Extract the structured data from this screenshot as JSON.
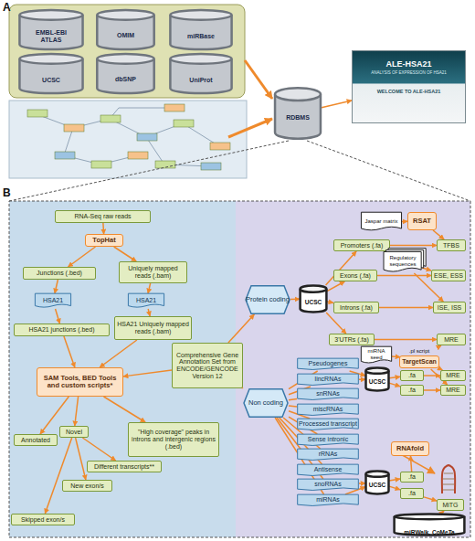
{
  "diagram": {
    "nodes": [
      {
        "text": [
          "EMBL-EBI",
          "ATLAS"
        ]
      },
      {
        "text": [
          "OMIM"
        ]
      },
      {
        "text": [
          "miRBase"
        ]
      },
      {
        "text": [
          "UCSC"
        ]
      },
      {
        "text": [
          "dbSNP"
        ]
      },
      {
        "text": [
          "UniProt"
        ]
      },
      {
        "text": [
          "RDBMS"
        ]
      },
      {
        "text": [
          "ALE-HSA21",
          "ANALYSIS OF EXPRESSION OF HSA21",
          "WELCOME TO ALE-HSA21"
        ]
      },
      {
        "text": [
          "RNA-Seq raw reads"
        ]
      },
      {
        "text": [
          "TopHat"
        ]
      },
      {
        "text": [
          "Junctions (.bed)"
        ]
      },
      {
        "text": [
          "Uniquely mapped reads (.bam)"
        ]
      },
      {
        "text": [
          "HSA21"
        ]
      },
      {
        "text": [
          "HSA21"
        ]
      },
      {
        "text": [
          "HSA21 junctions (.bed)"
        ]
      },
      {
        "text": [
          "HSA21 Uniquely mapped reads (.bam)"
        ]
      },
      {
        "text": [
          "Comprehensive Gene Annotation Set from ENCODE/GENCODE Version 12"
        ]
      },
      {
        "text": [
          "SAM Tools, BED Tools and custom scripts*"
        ]
      },
      {
        "text": [
          "Annotated"
        ]
      },
      {
        "text": [
          "Novel"
        ]
      },
      {
        "text": [
          "\"High coverage\" peaks in introns and intergenic regions (.bed)"
        ]
      },
      {
        "text": [
          "Different transcripts**"
        ]
      },
      {
        "text": [
          "New exon/s"
        ]
      },
      {
        "text": [
          "Skipped exon/s"
        ]
      },
      {
        "text": [
          "Protein coding"
        ]
      },
      {
        "text": [
          "UCSC"
        ]
      },
      {
        "text": [
          "Promoters (.fa)"
        ]
      },
      {
        "text": [
          "Exons (.fa)"
        ]
      },
      {
        "text": [
          "Introns (.fa)"
        ]
      },
      {
        "text": [
          "3'UTRs (.fa)"
        ]
      },
      {
        "text": [
          "Jaspar matrix"
        ]
      },
      {
        "text": [
          "RSAT"
        ]
      },
      {
        "text": [
          "Regulatory sequences"
        ]
      },
      {
        "text": [
          "TFBS"
        ]
      },
      {
        "text": [
          "ESE, ESS"
        ]
      },
      {
        "text": [
          "ISE, ISS"
        ]
      },
      {
        "text": [
          "MRE"
        ]
      },
      {
        "text": [
          "miRNA seed"
        ]
      },
      {
        "text": [
          ".pl script",
          "TargetScan"
        ]
      },
      {
        "text": [
          "Non coding"
        ]
      },
      {
        "text": [
          "Pseudogenes"
        ]
      },
      {
        "text": [
          "lincRNAs"
        ]
      },
      {
        "text": [
          "snRNAs"
        ]
      },
      {
        "text": [
          "miscRNAs"
        ]
      },
      {
        "text": [
          "Processed transcript"
        ]
      },
      {
        "text": [
          "Sense intronic"
        ]
      },
      {
        "text": [
          "rRNAs"
        ]
      },
      {
        "text": [
          "Antisense"
        ]
      },
      {
        "text": [
          "snoRNAs"
        ]
      },
      {
        "text": [
          "miRNAs"
        ]
      },
      {
        "text": [
          "UCSC"
        ]
      },
      {
        "text": [
          ".fa"
        ]
      },
      {
        "text": [
          ".fa"
        ]
      },
      {
        "text": [
          "MRE"
        ]
      },
      {
        "text": [
          "MRE"
        ]
      },
      {
        "text": [
          "RNAfold"
        ]
      },
      {
        "text": [
          "UCSC"
        ]
      },
      {
        "text": [
          ".fa"
        ]
      },
      {
        "text": [
          ".fa"
        ]
      },
      {
        "text": [
          "MiTG"
        ]
      },
      {
        "text": [
          "miRWalk, CoMeTa"
        ]
      }
    ],
    "edges": [
      {
        "from": 6,
        "to": 7,
        "arrow": "to"
      },
      {
        "from": 8,
        "to": 9,
        "arrow": "to"
      },
      {
        "from": 9,
        "to": 10,
        "arrow": "to"
      },
      {
        "from": 9,
        "to": 11,
        "arrow": "to"
      },
      {
        "from": 10,
        "to": 12,
        "arrow": "to"
      },
      {
        "from": 11,
        "to": 13,
        "arrow": "to"
      },
      {
        "from": 12,
        "to": 14,
        "arrow": "to"
      },
      {
        "from": 13,
        "to": 15,
        "arrow": "to"
      },
      {
        "from": 14,
        "to": 17,
        "arrow": "to"
      },
      {
        "from": 15,
        "to": 17,
        "arrow": "to"
      },
      {
        "from": 16,
        "to": 17,
        "arrow": "to"
      },
      {
        "from": 17,
        "to": 18,
        "arrow": "to"
      },
      {
        "from": 17,
        "to": 19,
        "arrow": "to"
      },
      {
        "from": 17,
        "to": 20,
        "arrow": "to"
      },
      {
        "from": 19,
        "to": 21,
        "arrow": "to"
      },
      {
        "from": 19,
        "to": 22,
        "arrow": "to"
      },
      {
        "from": 19,
        "to": 23,
        "arrow": "to"
      },
      {
        "from": 16,
        "to": 24,
        "arrow": "to"
      },
      {
        "from": 16,
        "to": 39,
        "arrow": "to"
      },
      {
        "from": 24,
        "to": 25,
        "arrow": "to"
      },
      {
        "from": 25,
        "to": 26,
        "arrow": "to"
      },
      {
        "from": 25,
        "to": 27,
        "arrow": "to"
      },
      {
        "from": 25,
        "to": 28,
        "arrow": "to"
      },
      {
        "from": 25,
        "to": 29,
        "arrow": "to"
      },
      {
        "from": 30,
        "to": 31,
        "arrow": "to"
      },
      {
        "from": 26,
        "to": 33,
        "arrow": "to"
      },
      {
        "from": 31,
        "to": 33,
        "arrow": "to"
      },
      {
        "from": 27,
        "to": 34,
        "arrow": "to"
      },
      {
        "from": 28,
        "to": 35,
        "arrow": "to"
      },
      {
        "from": 32,
        "to": 34,
        "arrow": "to"
      },
      {
        "from": 32,
        "to": 35,
        "arrow": "to"
      },
      {
        "from": 29,
        "to": 36,
        "arrow": "to"
      },
      {
        "from": 37,
        "to": 38,
        "arrow": "to"
      },
      {
        "from": 38,
        "to": 36,
        "arrow": "to"
      },
      {
        "from": 39,
        "to": 40,
        "arrow": "none"
      },
      {
        "from": 39,
        "to": 41,
        "arrow": "none"
      },
      {
        "from": 39,
        "to": 42,
        "arrow": "none"
      },
      {
        "from": 39,
        "to": 43,
        "arrow": "none"
      },
      {
        "from": 39,
        "to": 44,
        "arrow": "none"
      },
      {
        "from": 39,
        "to": 45,
        "arrow": "none"
      },
      {
        "from": 39,
        "to": 46,
        "arrow": "none"
      },
      {
        "from": 39,
        "to": 47,
        "arrow": "none"
      },
      {
        "from": 39,
        "to": 48,
        "arrow": "none"
      },
      {
        "from": 39,
        "to": 49,
        "arrow": "none"
      },
      {
        "from": 40,
        "to": 50,
        "arrow": "to"
      },
      {
        "from": 41,
        "to": 50,
        "arrow": "to"
      },
      {
        "from": 50,
        "to": 51,
        "arrow": "to"
      },
      {
        "from": 50,
        "to": 52,
        "arrow": "to"
      },
      {
        "from": 38,
        "to": 53,
        "arrow": "to"
      },
      {
        "from": 38,
        "to": 54,
        "arrow": "to"
      },
      {
        "from": 51,
        "to": 53,
        "arrow": "to"
      },
      {
        "from": 52,
        "to": 54,
        "arrow": "to"
      },
      {
        "from": 48,
        "to": 56,
        "arrow": "to"
      },
      {
        "from": 49,
        "to": 56,
        "arrow": "to"
      },
      {
        "from": 56,
        "to": 57,
        "arrow": "to"
      },
      {
        "from": 56,
        "to": 58,
        "arrow": "to"
      },
      {
        "from": 57,
        "to": 55,
        "arrow": "to"
      },
      {
        "from": 58,
        "to": 59,
        "arrow": "to"
      },
      {
        "from": 60,
        "to": 59,
        "arrow": "to"
      }
    ],
    "labels": [
      "A",
      "B"
    ]
  }
}
